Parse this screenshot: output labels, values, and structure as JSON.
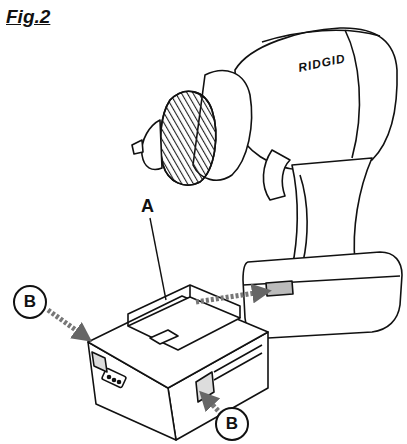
{
  "diagram": {
    "title": "Fig.2",
    "nodes": [
      {
        "text": [
          "B"
        ]
      },
      {
        "text": [
          "B"
        ]
      }
    ],
    "labels": [
      "A",
      "RIDGID"
    ]
  }
}
